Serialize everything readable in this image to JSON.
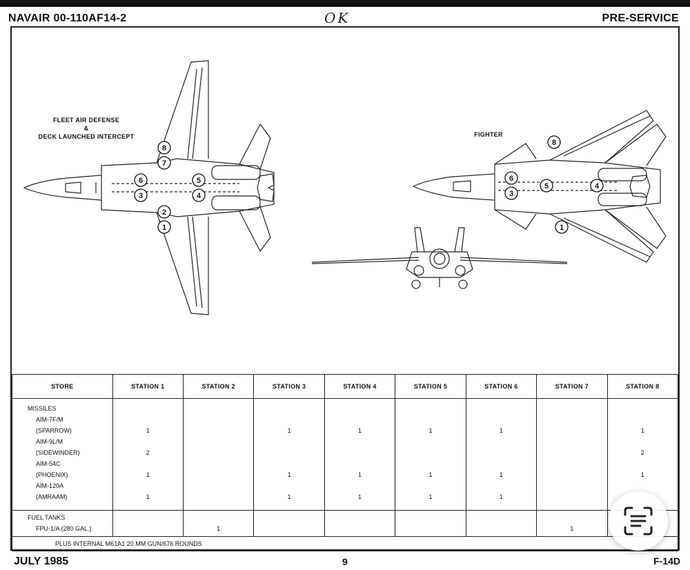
{
  "header": {
    "doc_number": "NAVAIR 00-110AF14-2",
    "section": "PRE-SERVICE",
    "handwritten_note": "OK"
  },
  "diagram": {
    "left_title": "FLEET AIR DEFENSE\n&\nDECK LAUNCHED INTERCEPT",
    "right_title": "FIGHTER",
    "left_stations": [
      "8",
      "7",
      "6",
      "5",
      "3",
      "4",
      "2",
      "1"
    ],
    "right_stations": [
      "8",
      "6",
      "5",
      "4",
      "3",
      "1"
    ]
  },
  "table": {
    "headers": [
      "STORE",
      "STATION 1",
      "STATION 2",
      "STATION 3",
      "STATION 4",
      "STATION 5",
      "STATION 6",
      "STATION 7",
      "STATION 8"
    ],
    "missiles": {
      "group": "MISSILES",
      "lines": [
        "AIM-7F/M",
        "(SPARROW)",
        "AIM-9L/M",
        "(SIDEWINDER)",
        "AIM-54C",
        "(PHOENIX)",
        "AIM-120A",
        "(AMRAAM)"
      ],
      "values": [
        [
          "",
          "1",
          "",
          "2",
          "",
          "1",
          "",
          "1"
        ],
        [
          "",
          "",
          "",
          "",
          "",
          "",
          "",
          ""
        ],
        [
          "",
          "1",
          "",
          "",
          "",
          "1",
          "",
          "1"
        ],
        [
          "",
          "1",
          "",
          "",
          "",
          "1",
          "",
          "1"
        ],
        [
          "",
          "1",
          "",
          "",
          "",
          "1",
          "",
          "1"
        ],
        [
          "",
          "1",
          "",
          "",
          "",
          "1",
          "",
          "1"
        ],
        [
          "",
          "",
          "",
          "",
          "",
          "",
          "",
          ""
        ],
        [
          "",
          "1",
          "",
          "2",
          "",
          "1",
          "",
          ""
        ]
      ]
    },
    "fuel": {
      "group": "FUEL TANKS",
      "line": "FPU-1/A (280 GAL.)",
      "values": [
        "",
        "1",
        "",
        "",
        "",
        "",
        "1",
        ""
      ]
    },
    "footnote": "PLUS INTERNAL M61A1 20 MM GUN/676 ROUNDS"
  },
  "footer": {
    "date": "JULY 1985",
    "page": "9",
    "aircraft": "F-14D"
  },
  "overlay": {
    "icon": "text-scan-icon"
  }
}
